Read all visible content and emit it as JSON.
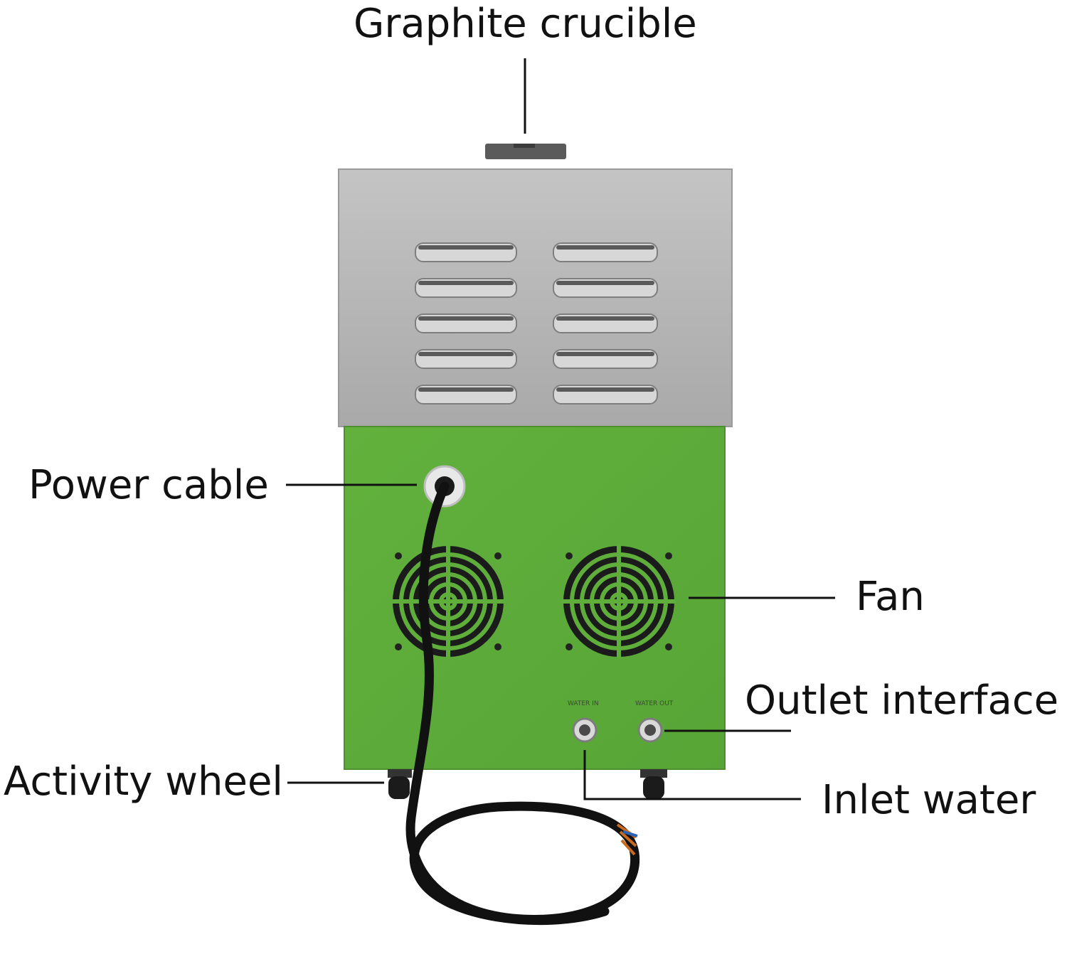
{
  "labels": {
    "graphite_crucible": "Graphite crucible",
    "power_cable": "Power cable",
    "fan": "Fan",
    "outlet_interface": "Outlet interface",
    "activity_wheel": "Activity wheel",
    "inlet_water": "Inlet water"
  },
  "panel_marks": {
    "water_in": "WATER IN",
    "water_out": "WATER OUT"
  },
  "colors": {
    "upper_housing": "#b9b9b9",
    "lower_housing": "#5fae3c",
    "cable": "#111111",
    "leader_line": "#111111"
  }
}
